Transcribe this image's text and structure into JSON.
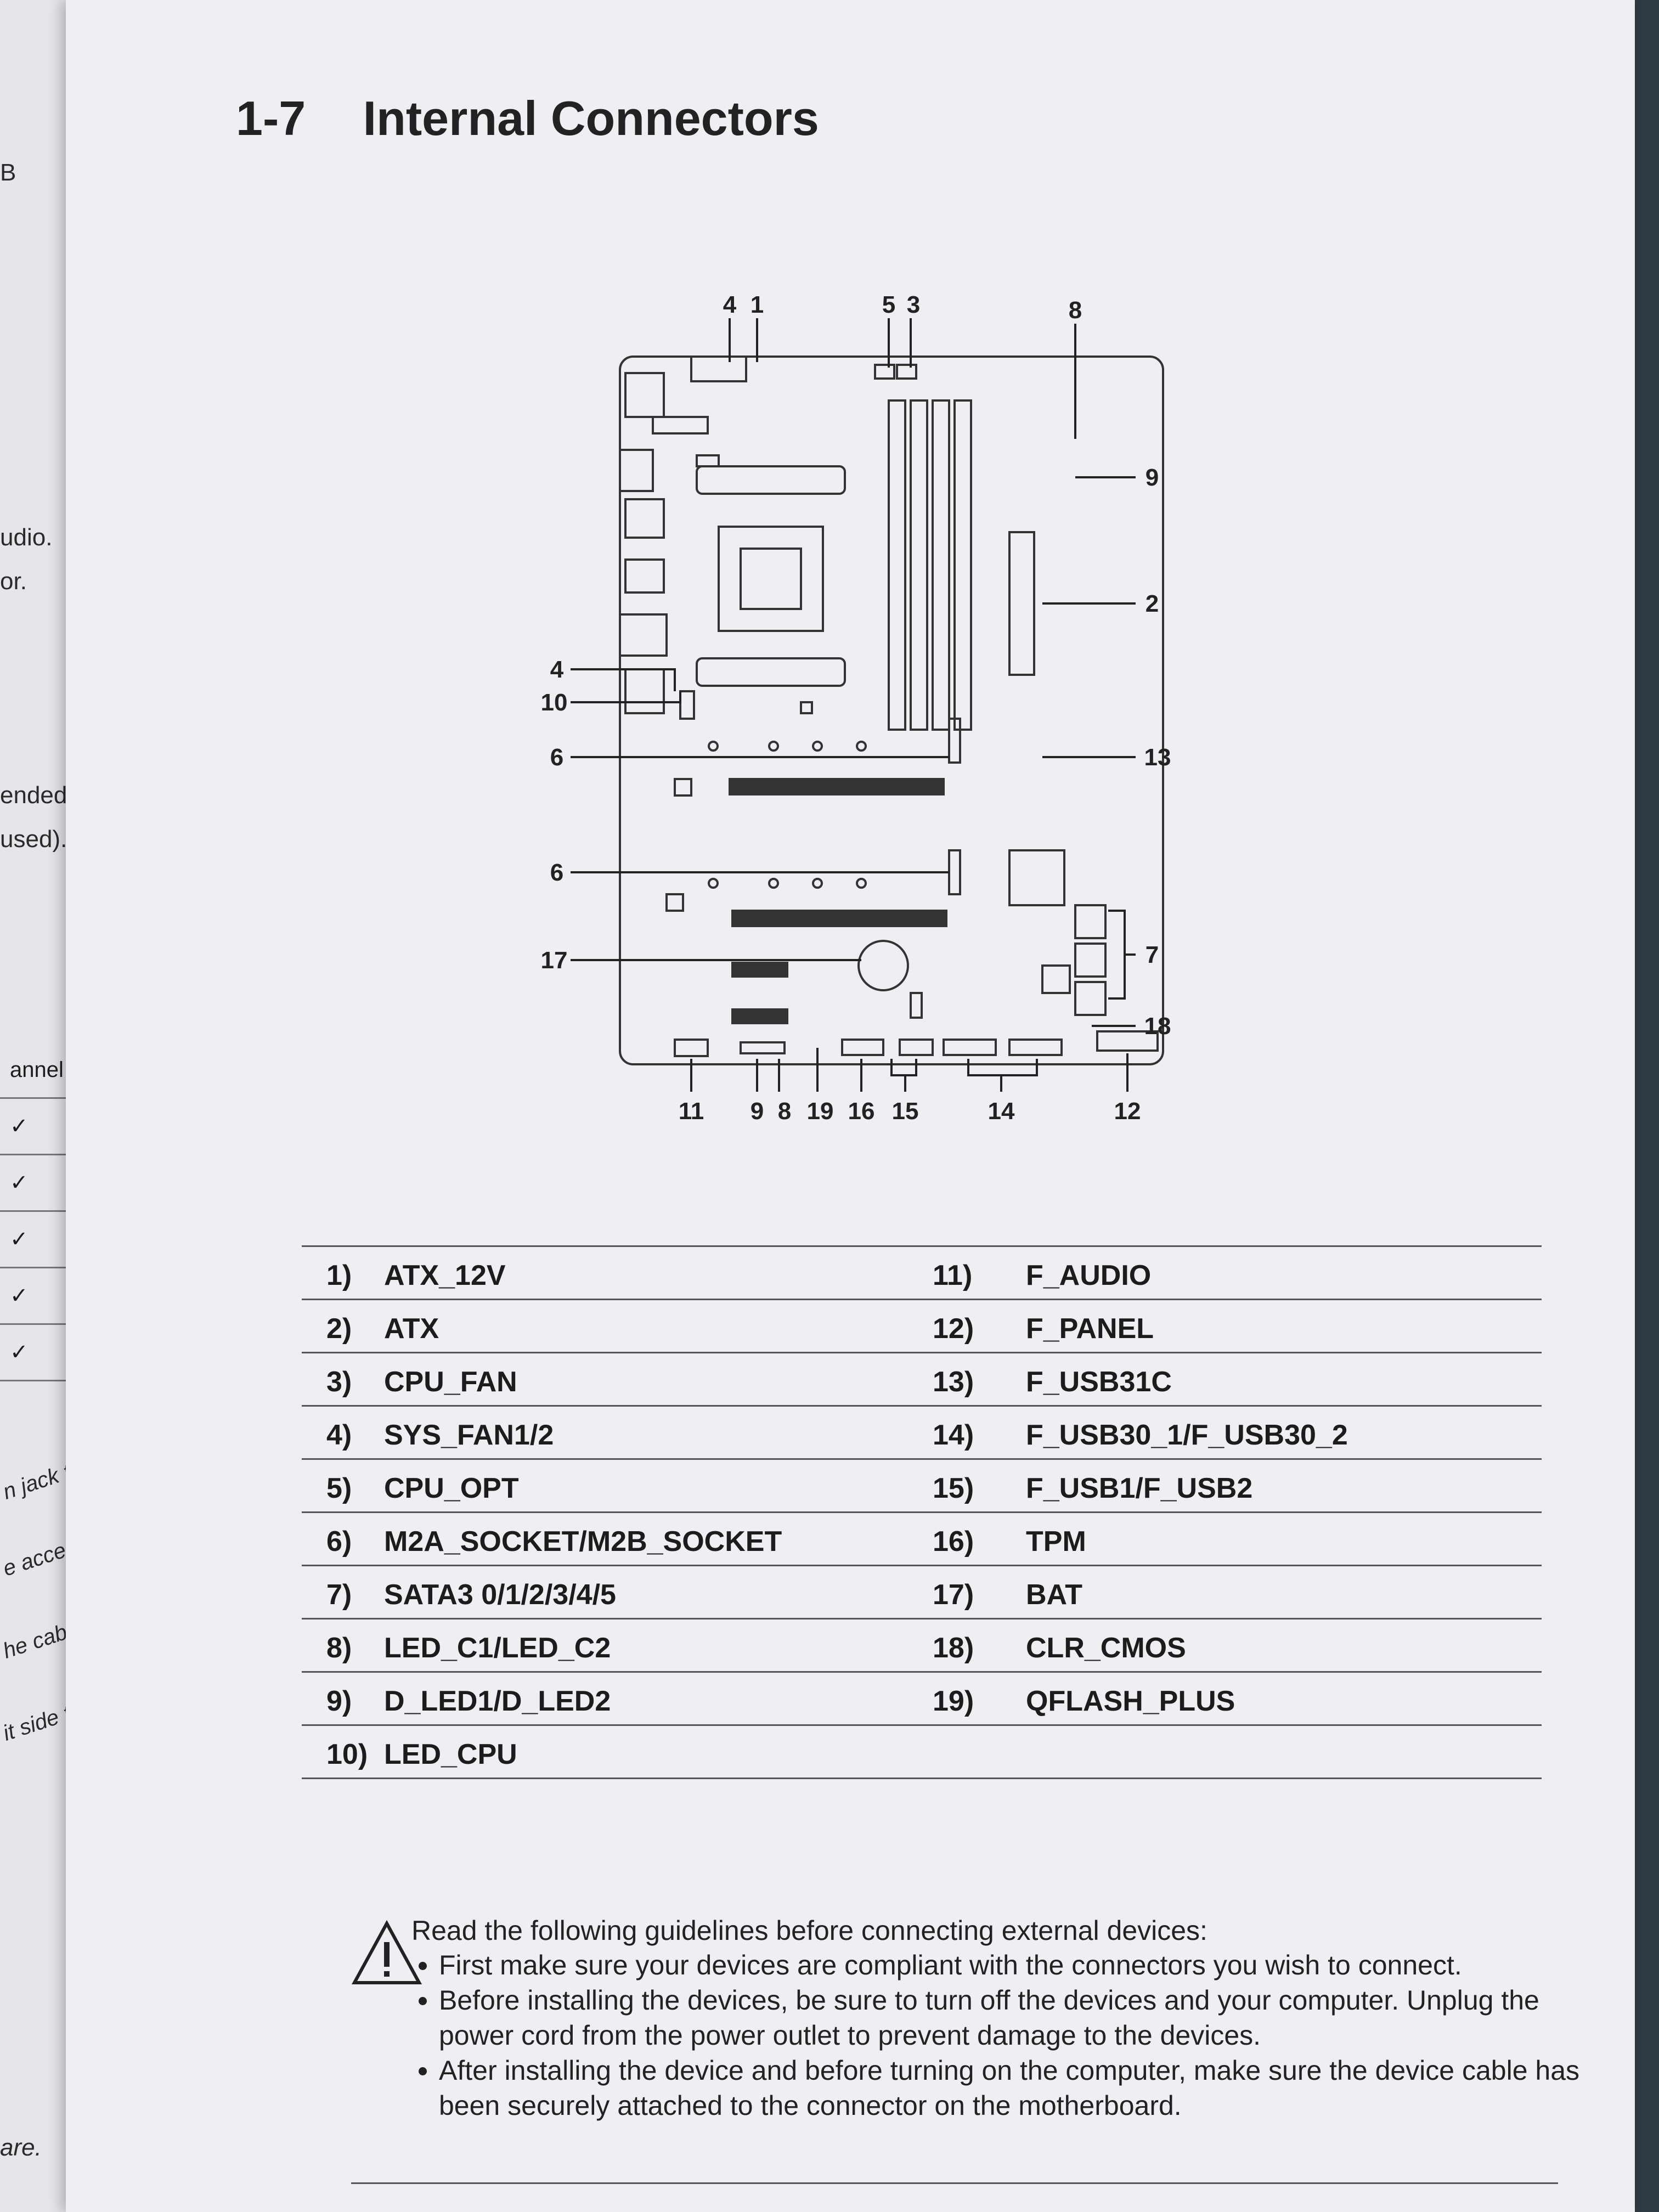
{
  "left_page_fragments": [
    "B",
    "udio.",
    "or.",
    "ended",
    "used).",
    "annel",
    "n jack to be",
    "e access the",
    "he cable from",
    "it side to side",
    "are."
  ],
  "left_page_checks": [
    "✓",
    "✓",
    "✓",
    "✓",
    "✓"
  ],
  "section": {
    "number": "1-7",
    "title": "Internal Connectors"
  },
  "diagram_labels": {
    "top": [
      "4",
      "1",
      "5",
      "3",
      "8"
    ],
    "right": [
      "9",
      "2",
      "13",
      "7",
      "18"
    ],
    "left": [
      "4",
      "10",
      "6",
      "6",
      "17"
    ],
    "bottom": [
      "11",
      "9",
      "8",
      "19",
      "16",
      "15",
      "14",
      "12"
    ]
  },
  "connectors": [
    {
      "num": "1)",
      "name": "ATX_12V",
      "num2": "11)",
      "name2": "F_AUDIO"
    },
    {
      "num": "2)",
      "name": "ATX",
      "num2": "12)",
      "name2": "F_PANEL"
    },
    {
      "num": "3)",
      "name": "CPU_FAN",
      "num2": "13)",
      "name2": "F_USB31C"
    },
    {
      "num": "4)",
      "name": "SYS_FAN1/2",
      "num2": "14)",
      "name2": "F_USB30_1/F_USB30_2"
    },
    {
      "num": "5)",
      "name": "CPU_OPT",
      "num2": "15)",
      "name2": "F_USB1/F_USB2"
    },
    {
      "num": "6)",
      "name": "M2A_SOCKET/M2B_SOCKET",
      "num2": "16)",
      "name2": "TPM"
    },
    {
      "num": "7)",
      "name": "SATA3 0/1/2/3/4/5",
      "num2": "17)",
      "name2": "BAT"
    },
    {
      "num": "8)",
      "name": "LED_C1/LED_C2",
      "num2": "18)",
      "name2": "CLR_CMOS"
    },
    {
      "num": "9)",
      "name": "D_LED1/D_LED2",
      "num2": "19)",
      "name2": "QFLASH_PLUS"
    },
    {
      "num": "10)",
      "name": "LED_CPU",
      "num2": "",
      "name2": ""
    }
  ],
  "warning": {
    "intro": "Read the following guidelines before connecting external devices:",
    "items": [
      "First make sure your devices are compliant with the connectors you wish to connect.",
      "Before installing the devices, be sure to turn off the devices and your computer. Unplug the power cord from the power outlet to prevent damage to the devices.",
      "After installing the device and before turning on the computer, make sure the device cable has been securely attached to the connector on the motherboard."
    ]
  }
}
